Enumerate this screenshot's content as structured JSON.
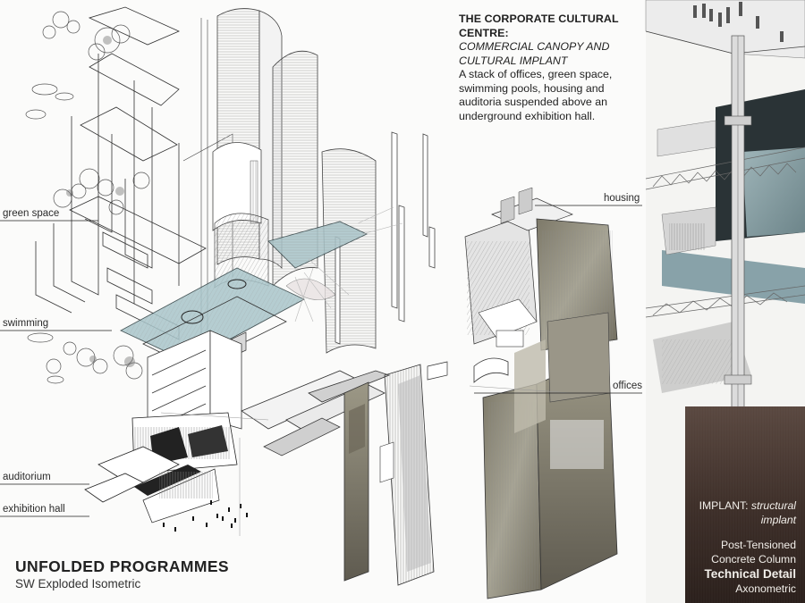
{
  "intro": {
    "title": "THE CORPORATE CULTURAL CENTRE:",
    "subtitle_line1": "COMMERCIAL CANOPY AND",
    "subtitle_line2": "CULTURAL IMPLANT",
    "description": "A stack of offices, green space, swimming pools, housing and auditoria suspended above an underground exhibition hall."
  },
  "labels": {
    "green_space": "green space",
    "swimming": "swimming",
    "auditorium": "auditorium",
    "exhibition_hall": "exhibition hall",
    "housing": "housing",
    "offices": "offices"
  },
  "footer": {
    "title": "UNFOLDED PROGRAMMES",
    "subtitle": "SW Exploded Isometric"
  },
  "detail_panel": {
    "implant_label": "IMPLANT:",
    "implant_italic_1": "structural",
    "implant_italic_2": "implant",
    "line1": "Post-Tensioned",
    "line2": "Concrete Column",
    "heading": "Technical Detail",
    "line3": "Axonometric"
  },
  "colors": {
    "accent_glass": "#a9c6cb",
    "panel_dark": "#3a2c27",
    "ink": "#1c1c1c",
    "concrete": "#8a8679"
  }
}
